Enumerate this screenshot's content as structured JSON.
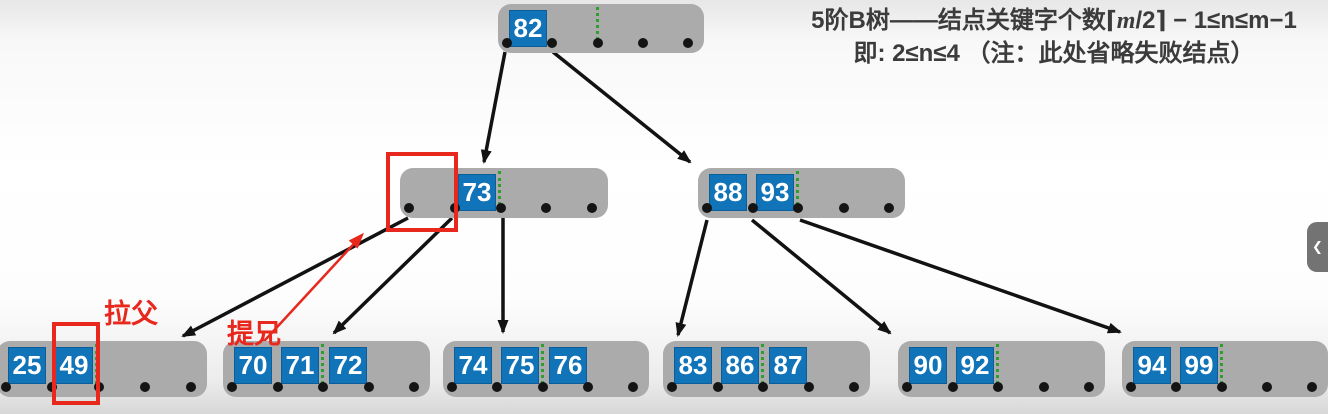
{
  "header": {
    "line1_pre": "5阶B树——结点关键字个数⌈",
    "line1_var": "m",
    "line1_post": "/2⌉ − 1≤n≤m−1",
    "line2_main": "即: 2≤n≤4 ",
    "line2_note": "（注：此处省略失败结点）"
  },
  "annotations": {
    "pull_parent_label": "拉父",
    "raise_sibling_label": "提兄"
  },
  "tree": {
    "nodes": [
      {
        "name": "root",
        "keys": [
          "82"
        ]
      },
      {
        "name": "internal-left",
        "keys": [
          "73"
        ]
      },
      {
        "name": "internal-right",
        "keys": [
          "88",
          "93"
        ]
      },
      {
        "name": "leaf-25-49",
        "keys": [
          "25",
          "49"
        ]
      },
      {
        "name": "leaf-70-71-72",
        "keys": [
          "70",
          "71",
          "72"
        ]
      },
      {
        "name": "leaf-74-75-76",
        "keys": [
          "74",
          "75",
          "76"
        ]
      },
      {
        "name": "leaf-83-86-87",
        "keys": [
          "83",
          "86",
          "87"
        ]
      },
      {
        "name": "leaf-90-92",
        "keys": [
          "90",
          "92"
        ]
      },
      {
        "name": "leaf-94-99",
        "keys": [
          "94",
          "99"
        ]
      }
    ]
  },
  "side_panel_toggle": {
    "chevron": "❮"
  },
  "colors": {
    "key_blue": "#1173b8",
    "node_gray": "#ababab",
    "divider_green": "#2f9e2f",
    "annotation_red": "#e8271d",
    "arrow_black": "#121212"
  }
}
